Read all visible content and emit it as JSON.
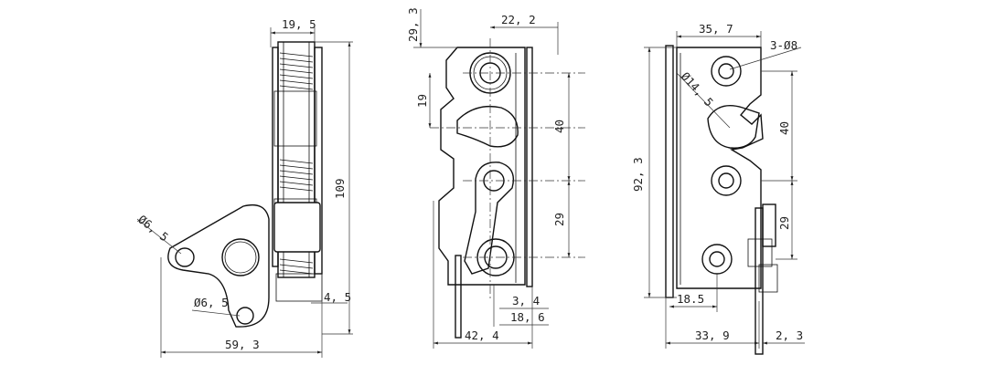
{
  "views": {
    "side": {
      "width_top": "19, 5",
      "height_total": "109",
      "hole_dia_upper": "Ø6, 5",
      "hole_dia_lower": "Ø6, 5",
      "plate_thickness": "4, 5",
      "overall_width": "59, 3"
    },
    "front": {
      "top_offset": "29, 3",
      "hole_x": "22, 2",
      "offset_19": "19",
      "pitch_40": "40",
      "pitch_29": "29",
      "tab_3_4": "3, 4",
      "tab_18_6": "18, 6",
      "width_total": "42, 4"
    },
    "rear": {
      "width_top": "35, 7",
      "holes": "3-Ø8",
      "large_dia": "Ø14, 5",
      "height": "92, 3",
      "pitch_40": "40",
      "pitch_29": "29",
      "offset_18_5": "18.5",
      "width_bottom": "33, 9",
      "tab_2_3": "2, 3"
    }
  }
}
